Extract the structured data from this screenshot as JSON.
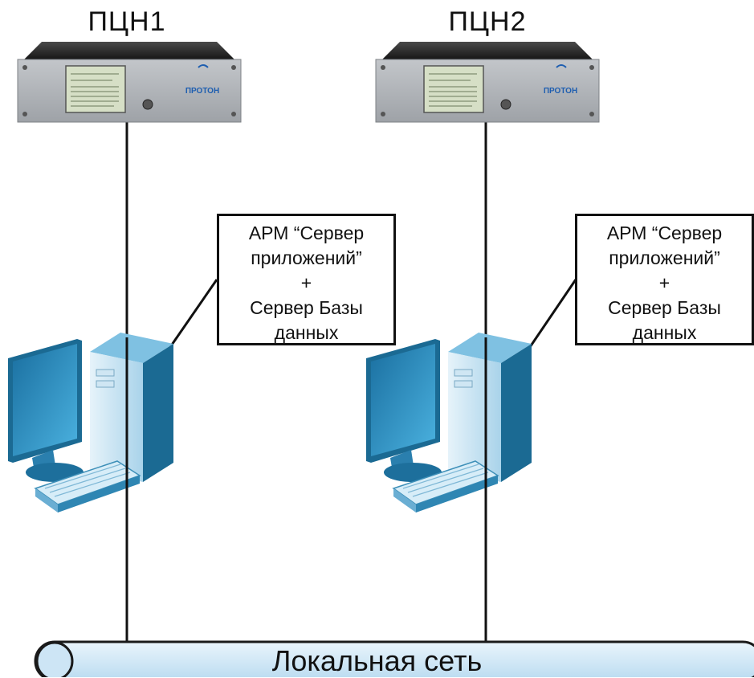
{
  "units": [
    {
      "title": "ПЦН1",
      "device_brand": "ПРОТОН",
      "callout": [
        "АРМ “Сервер",
        "приложений”",
        "+",
        "Сервер Базы",
        "данных"
      ]
    },
    {
      "title": "ПЦН2",
      "device_brand": "ПРОТОН",
      "callout": [
        "АРМ “Сервер",
        "приложений”",
        "+",
        "Сервер Базы",
        "данных"
      ]
    }
  ],
  "network": {
    "label": "Локальная сеть"
  },
  "colors": {
    "device_face": "#a9adb2",
    "device_top": "#2e2e2e",
    "screen": "#c9d9a8",
    "brand_text": "#1e5eb0",
    "computer_blue": "#2f8fbf",
    "computer_dark": "#1b6a93",
    "network_fill": "#d6eaf7",
    "network_stroke": "#1a1a1a",
    "line": "#111111"
  },
  "icons": [
    "rack-device-icon",
    "desktop-computer-icon",
    "monitor-icon",
    "keyboard-icon",
    "system-unit-icon"
  ]
}
